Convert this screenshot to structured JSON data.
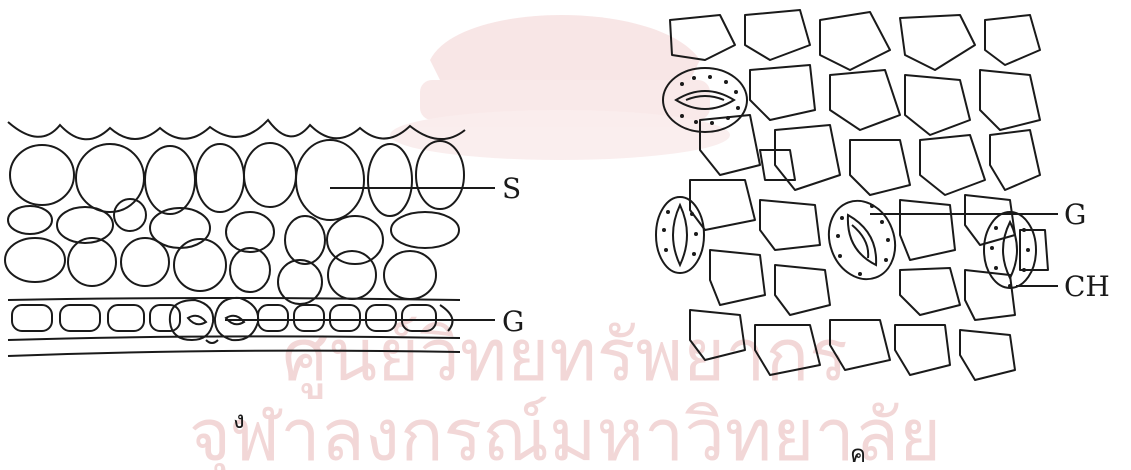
{
  "watermark": {
    "line1": "ศูนย์วิทยทรัพยากร",
    "line2": "จุฬาลงกรณ์มหาวิทยาลัย"
  },
  "panels": [
    {
      "letter": "ง",
      "labels": {
        "s": "S",
        "g": "G"
      }
    },
    {
      "letter": "ค",
      "labels": {
        "g": "G",
        "ch": "CH"
      }
    }
  ],
  "colors": {
    "ink": "#1a1a1a",
    "watermark": "#e8b8b8",
    "background": "#ffffff"
  }
}
